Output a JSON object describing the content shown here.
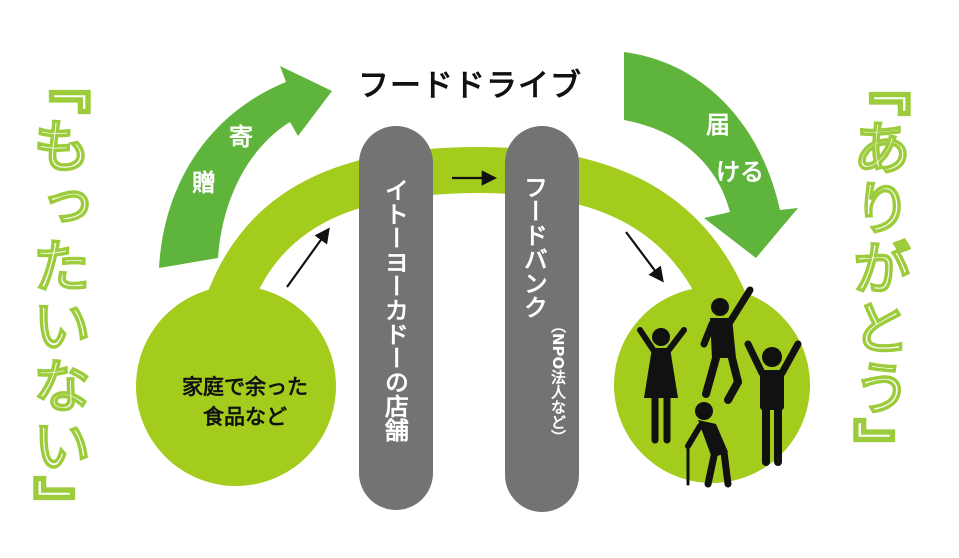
{
  "title": "フードドライブ",
  "left_slogan": "『もったいない』",
  "right_slogan": "『ありがとう』",
  "donate_arrow": {
    "line1": "寄",
    "line2": "贈"
  },
  "deliver_arrow": {
    "line1": "届",
    "line2": "ける"
  },
  "source": {
    "line1": "家庭で余った",
    "line2": "食品など"
  },
  "store_pill": {
    "label": "イトーヨーカドーの店舗"
  },
  "foodbank_pill": {
    "label": "フードバンク",
    "note": "（NPO法人など）"
  },
  "colors": {
    "light_green": "#a4cc1c",
    "arrow_green": "#5fb43c",
    "outline_green": "#9ccc3c",
    "pill_gray": "#737373",
    "figure_black": "#111111"
  },
  "icons": [
    "people-cheering-icon",
    "elderly-with-cane-icon",
    "arrow-right-icon"
  ]
}
